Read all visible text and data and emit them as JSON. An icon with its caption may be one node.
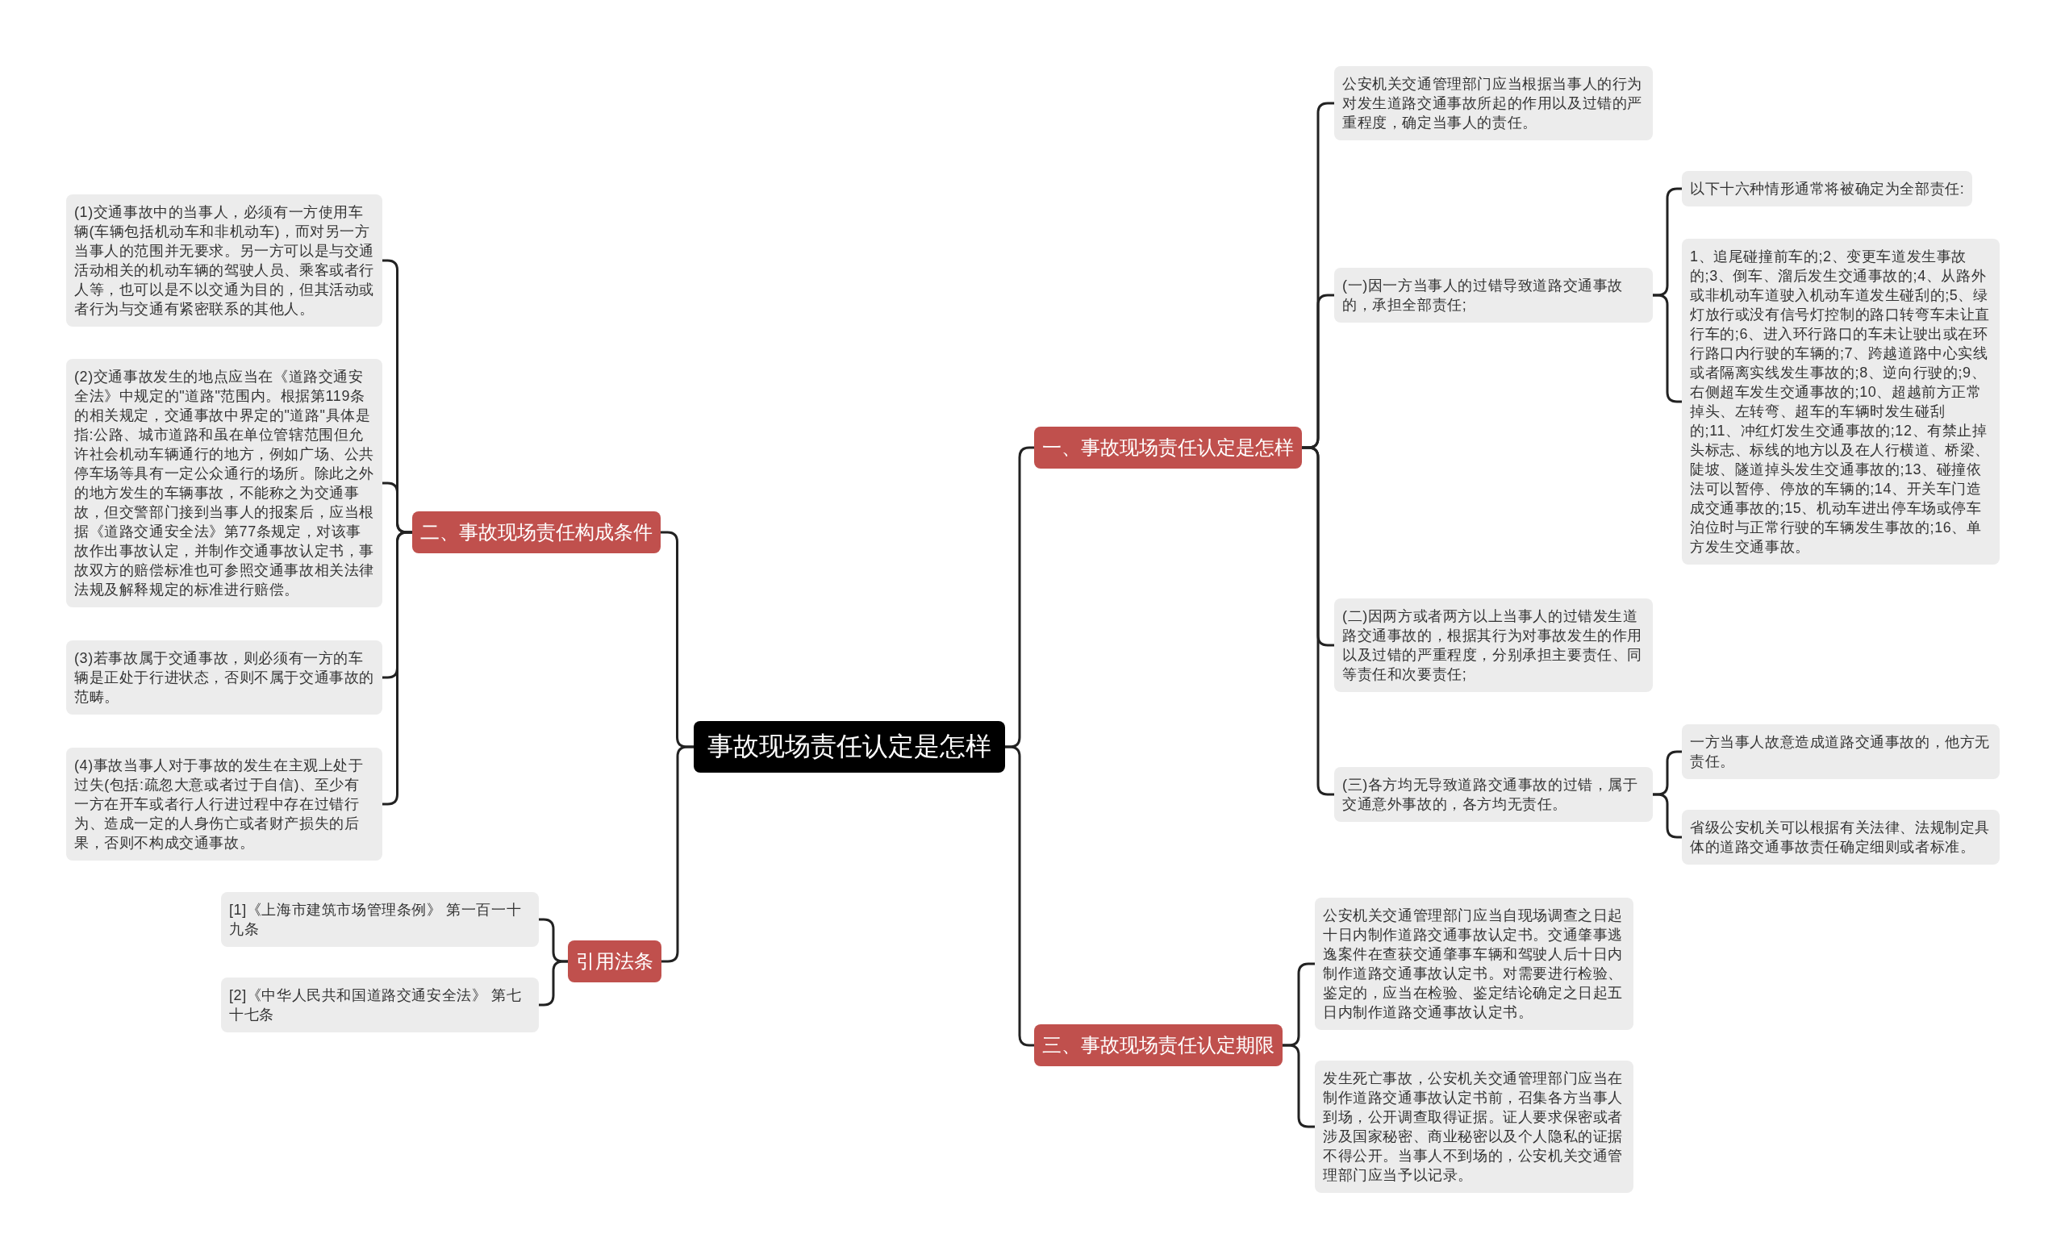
{
  "diagram": {
    "nodes": [
      {
        "text": [
          "事故现场责任认定是怎样"
        ]
      },
      {
        "text": [
          "一、事故现场责任认定是怎样"
        ]
      },
      {
        "text": [
          "公安机关交通管理部门应当根据当事人的行为对发生道路交通事故所起的作用以及过错的严重程度，确定当事人的责任。"
        ]
      },
      {
        "text": [
          "(一)因一方当事人的过错导致道路交通事故的，承担全部责任;"
        ]
      },
      {
        "text": [
          "以下十六种情形通常将被确定为全部责任:"
        ]
      },
      {
        "text": [
          "1、追尾碰撞前车的;2、变更车道发生事故的;3、倒车、溜后发生交通事故的;4、从路外或非机动车道驶入机动车道发生碰刮的;5、绿灯放行或没有信号灯控制的路口转弯车未让直行车的;6、进入环行路口的车未让驶出或在环行路口内行驶的车辆的;7、跨越道路中心实线或者隔离实线发生事故的;8、逆向行驶的;9、右侧超车发生交通事故的;10、超越前方正常掉头、左转弯、超车的车辆时发生碰刮的;11、冲红灯发生交通事故的;12、有禁止掉头标志、标线的地方以及在人行横道、桥梁、陡坡、隧道掉头发生交通事故的;13、碰撞依法可以暂停、停放的车辆的;14、开关车门造成交通事故的;15、机动车进出停车场或停车泊位时与正常行驶的车辆发生事故的;16、单方发生交通事故。"
        ]
      },
      {
        "text": [
          "(二)因两方或者两方以上当事人的过错发生道路交通事故的，根据其行为对事故发生的作用以及过错的严重程度，分别承担主要责任、同等责任和次要责任;"
        ]
      },
      {
        "text": [
          "(三)各方均无导致道路交通事故的过错，属于交通意外事故的，各方均无责任。"
        ]
      },
      {
        "text": [
          "一方当事人故意造成道路交通事故的，他方无责任。"
        ]
      },
      {
        "text": [
          "省级公安机关可以根据有关法律、法规制定具体的道路交通事故责任确定细则或者标准。"
        ]
      },
      {
        "text": [
          "三、事故现场责任认定期限"
        ]
      },
      {
        "text": [
          "公安机关交通管理部门应当自现场调查之日起十日内制作道路交通事故认定书。交通肇事逃逸案件在查获交通肇事车辆和驾驶人后十日内制作道路交通事故认定书。对需要进行检验、鉴定的，应当在检验、鉴定结论确定之日起五日内制作道路交通事故认定书。"
        ]
      },
      {
        "text": [
          "发生死亡事故，公安机关交通管理部门应当在制作道路交通事故认定书前，召集各方当事人到场，公开调查取得证据。证人要求保密或者涉及国家秘密、商业秘密以及个人隐私的证据不得公开。当事人不到场的，公安机关交通管理部门应当予以记录。"
        ]
      },
      {
        "text": [
          "二、事故现场责任构成条件"
        ]
      },
      {
        "text": [
          "(1)交通事故中的当事人，必须有一方使用车辆(车辆包括机动车和非机动车)，而对另一方当事人的范围并无要求。另一方可以是与交通活动相关的机动车辆的驾驶人员、乘客或者行人等，也可以是不以交通为目的，但其活动或者行为与交通有紧密联系的其他人。"
        ]
      },
      {
        "text": [
          "(2)交通事故发生的地点应当在《道路交通安全法》中规定的\"道路\"范围内。根据第119条的相关规定，交通事故中界定的\"道路\"具体是指:公路、城市道路和虽在单位管辖范围但允许社会机动车辆通行的地方，例如广场、公共停车场等具有一定公众通行的场所。除此之外的地方发生的车辆事故，不能称之为交通事故，但交警部门接到当事人的报案后，应当根据《道路交通安全法》第77条规定，对该事故作出事故认定，并制作交通事故认定书，事故双方的赔偿标准也可参照交通事故相关法律法规及解释规定的标准进行赔偿。"
        ]
      },
      {
        "text": [
          "(3)若事故属于交通事故，则必须有一方的车辆是正处于行进状态，否则不属于交通事故的范畴。"
        ]
      },
      {
        "text": [
          "(4)事故当事人对于事故的发生在主观上处于过失(包括:疏忽大意或者过于自信)、至少有一方在开车或者行人行进过程中存在过错行为、造成一定的人身伤亡或者财产损失的后果，否则不构成交通事故。"
        ]
      },
      {
        "text": [
          "引用法条"
        ]
      },
      {
        "text": [
          "[1]《上海市建筑市场管理条例》 第一百一十九条"
        ]
      },
      {
        "text": [
          "[2]《中华人民共和国道路交通安全法》 第七十七条"
        ]
      }
    ],
    "edges": [
      {
        "from": 0,
        "to": 1,
        "arrow": "none"
      },
      {
        "from": 1,
        "to": 2,
        "arrow": "none"
      },
      {
        "from": 1,
        "to": 3,
        "arrow": "none"
      },
      {
        "from": 3,
        "to": 4,
        "arrow": "none"
      },
      {
        "from": 3,
        "to": 5,
        "arrow": "none"
      },
      {
        "from": 1,
        "to": 6,
        "arrow": "none"
      },
      {
        "from": 1,
        "to": 7,
        "arrow": "none"
      },
      {
        "from": 7,
        "to": 8,
        "arrow": "none"
      },
      {
        "from": 7,
        "to": 9,
        "arrow": "none"
      },
      {
        "from": 0,
        "to": 10,
        "arrow": "none"
      },
      {
        "from": 10,
        "to": 11,
        "arrow": "none"
      },
      {
        "from": 10,
        "to": 12,
        "arrow": "none"
      },
      {
        "from": 0,
        "to": 13,
        "arrow": "none"
      },
      {
        "from": 13,
        "to": 14,
        "arrow": "none"
      },
      {
        "from": 13,
        "to": 15,
        "arrow": "none"
      },
      {
        "from": 13,
        "to": 16,
        "arrow": "none"
      },
      {
        "from": 13,
        "to": 17,
        "arrow": "none"
      },
      {
        "from": 0,
        "to": 18,
        "arrow": "none"
      },
      {
        "from": 18,
        "to": 19,
        "arrow": "none"
      },
      {
        "from": 18,
        "to": 20,
        "arrow": "none"
      }
    ]
  }
}
